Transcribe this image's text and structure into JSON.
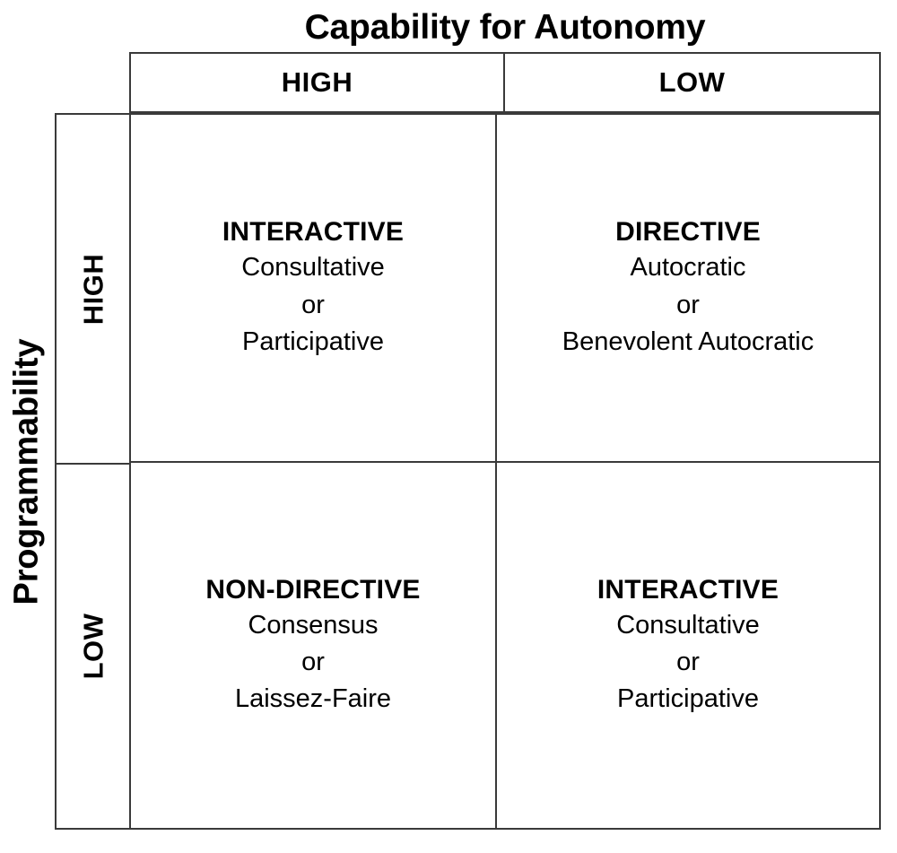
{
  "diagram": {
    "column_axis_title": "Capability for Autonomy",
    "row_axis_title": "Programmability",
    "column_levels": [
      "HIGH",
      "LOW"
    ],
    "row_levels": [
      "HIGH",
      "LOW"
    ],
    "border_color": "#3a3a3a",
    "background_color": "#ffffff",
    "text_color": "#000000"
  },
  "quadrants": [
    {
      "position": "top-left",
      "row_level": "HIGH",
      "column_level": "HIGH",
      "title": "INTERACTIVE",
      "lines": [
        "Consultative",
        "or",
        "Participative"
      ]
    },
    {
      "position": "top-right",
      "row_level": "HIGH",
      "column_level": "LOW",
      "title": "DIRECTIVE",
      "lines": [
        "Autocratic",
        "or",
        "Benevolent Autocratic"
      ]
    },
    {
      "position": "bottom-left",
      "row_level": "LOW",
      "column_level": "HIGH",
      "title": "NON-DIRECTIVE",
      "lines": [
        "Consensus",
        "or",
        "Laissez-Faire"
      ]
    },
    {
      "position": "bottom-right",
      "row_level": "LOW",
      "column_level": "LOW",
      "title": "INTERACTIVE",
      "lines": [
        "Consultative",
        "or",
        "Participative"
      ]
    }
  ]
}
